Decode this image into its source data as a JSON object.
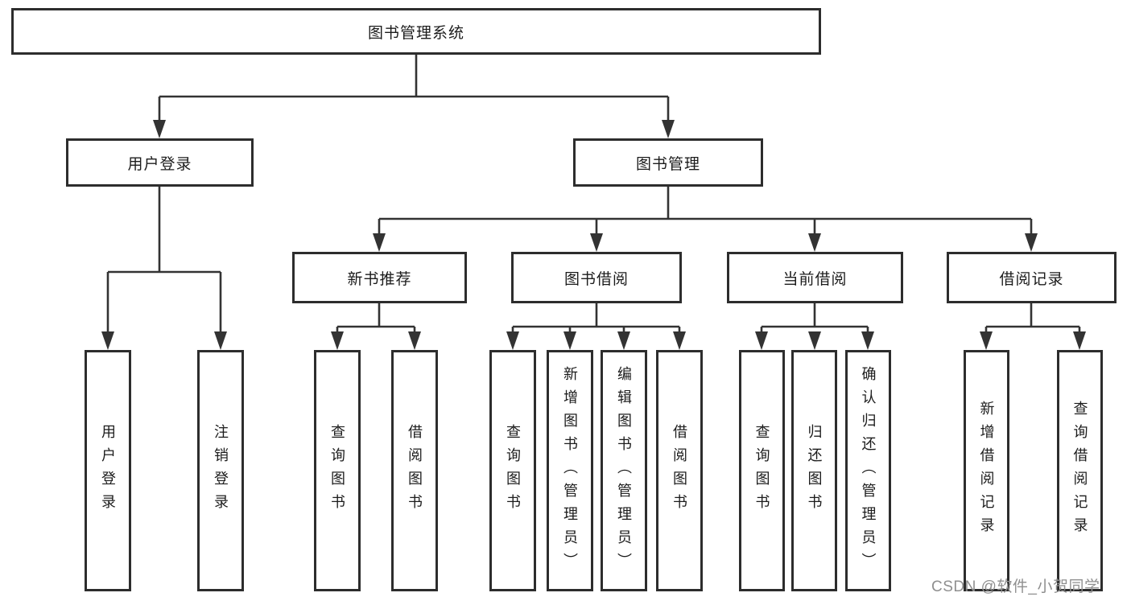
{
  "title": "图书管理系统",
  "tree": {
    "root": {
      "label": "图书管理系统"
    },
    "branches": [
      {
        "label": "用户登录",
        "children": [
          {
            "label": "用户登录"
          },
          {
            "label": "注销登录"
          }
        ]
      },
      {
        "label": "图书管理",
        "children": [
          {
            "label": "新书推荐",
            "children": [
              {
                "label": "查询图书"
              },
              {
                "label": "借阅图书"
              }
            ]
          },
          {
            "label": "图书借阅",
            "children": [
              {
                "label": "查询图书"
              },
              {
                "label": "新增图书（管理员）"
              },
              {
                "label": "编辑图书（管理员）"
              },
              {
                "label": "借阅图书"
              }
            ]
          },
          {
            "label": "当前借阅",
            "children": [
              {
                "label": "查询图书"
              },
              {
                "label": "归还图书"
              },
              {
                "label": "确认归还（管理员）"
              }
            ]
          },
          {
            "label": "借阅记录",
            "children": [
              {
                "label": "新增借阅记录"
              },
              {
                "label": "查询借阅记录"
              }
            ]
          }
        ]
      }
    ]
  },
  "watermark": {
    "text": "CSDN @软件_小贺同学",
    "color": "#8f8f8f"
  },
  "colors": {
    "line": "#333333",
    "box_border": "#2d2d2d",
    "box_fill": "#ffffff",
    "text": "#1c1c1c",
    "background": "#ffffff"
  }
}
